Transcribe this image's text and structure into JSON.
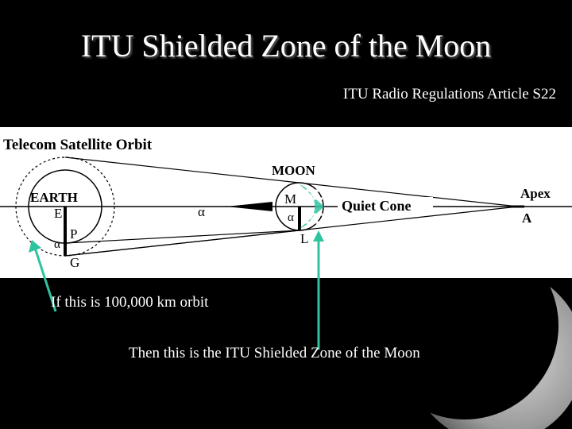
{
  "title": "ITU Shielded Zone of the Moon",
  "subtitle": "ITU Radio Regulations Article S22",
  "diagram": {
    "orbit_label": "Telecom Satellite Orbit",
    "moon_label": "MOON",
    "earth_label": "EARTH",
    "point_E": "E",
    "point_P": "P",
    "point_G": "G",
    "point_M": "M",
    "point_L": "L",
    "alpha_mid": "α",
    "alpha_earth": "α",
    "alpha_moon": "α",
    "quiet_cone_label": "Quiet Cone",
    "apex_label": "Apex",
    "point_A": "A"
  },
  "annotations": {
    "orbit_note": "If this is 100,000 km orbit",
    "zone_note": "Then this is the ITU Shielded Zone of the Moon"
  },
  "colors": {
    "background": "#000000",
    "diagram_bg": "#ffffff",
    "arrow": "#2fc3a0"
  }
}
